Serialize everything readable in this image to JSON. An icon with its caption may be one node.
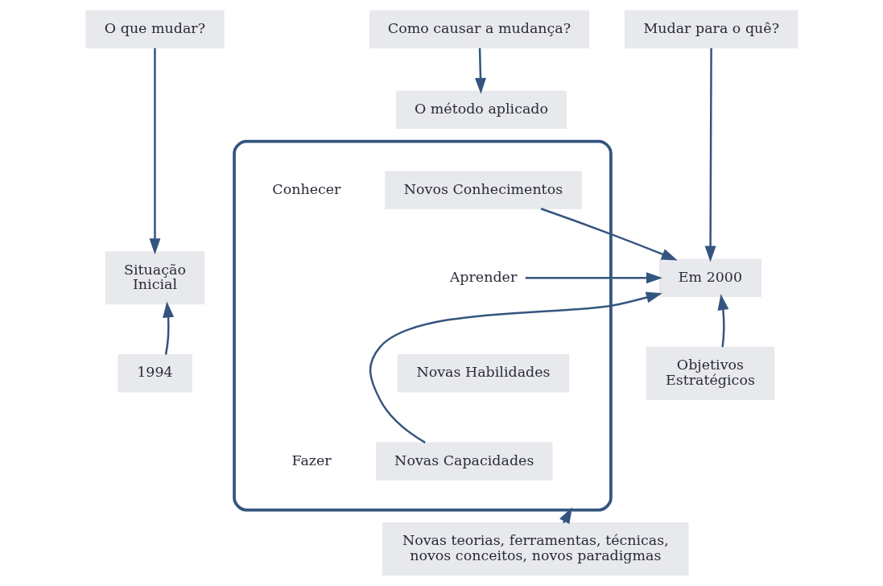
{
  "diagram": {
    "nodes": [
      {
        "text": [
          "O que mudar?"
        ]
      },
      {
        "text": [
          "Como causar a mudança?"
        ]
      },
      {
        "text": [
          "Mudar para o quê?"
        ]
      },
      {
        "text": [
          "O método aplicado"
        ]
      },
      {
        "text": [],
        "shape": "ellipse"
      },
      {
        "text": [
          "Novos Conhecimentos"
        ],
        "in": 4
      },
      {
        "text": [
          "Aprender"
        ],
        "in": 4
      },
      {
        "text": [
          "Novas Habilidades"
        ],
        "in": 4
      },
      {
        "text": [
          "Novas Capacidades"
        ],
        "in": 4
      },
      {
        "text": [
          "Situação Inicial"
        ]
      },
      {
        "text": [
          "Em 2000"
        ]
      },
      {
        "text": [
          "1994"
        ]
      },
      {
        "text": [
          "Objetivos Estratégicos"
        ]
      },
      {
        "text": [
          "Novas teorias, ferramentas, técnicas, novos conceitos, novos paradigmas"
        ]
      }
    ],
    "edges": [
      {
        "from": 0,
        "to": 9,
        "arrow": "to"
      },
      {
        "from": 1,
        "to": 3,
        "arrow": "to"
      },
      {
        "from": 2,
        "to": 10,
        "arrow": "to"
      },
      {
        "from": 5,
        "to": 10,
        "arrow": "to"
      },
      {
        "from": 6,
        "to": 10,
        "arrow": "to"
      },
      {
        "from": 8,
        "to": 10,
        "arrow": "to"
      },
      {
        "from": 11,
        "to": 9,
        "arrow": "to"
      },
      {
        "from": 12,
        "to": 10,
        "arrow": "to"
      },
      {
        "from": 13,
        "to": 4,
        "arrow": "to"
      }
    ],
    "labels": [
      "Conhecer",
      "Fazer"
    ]
  }
}
